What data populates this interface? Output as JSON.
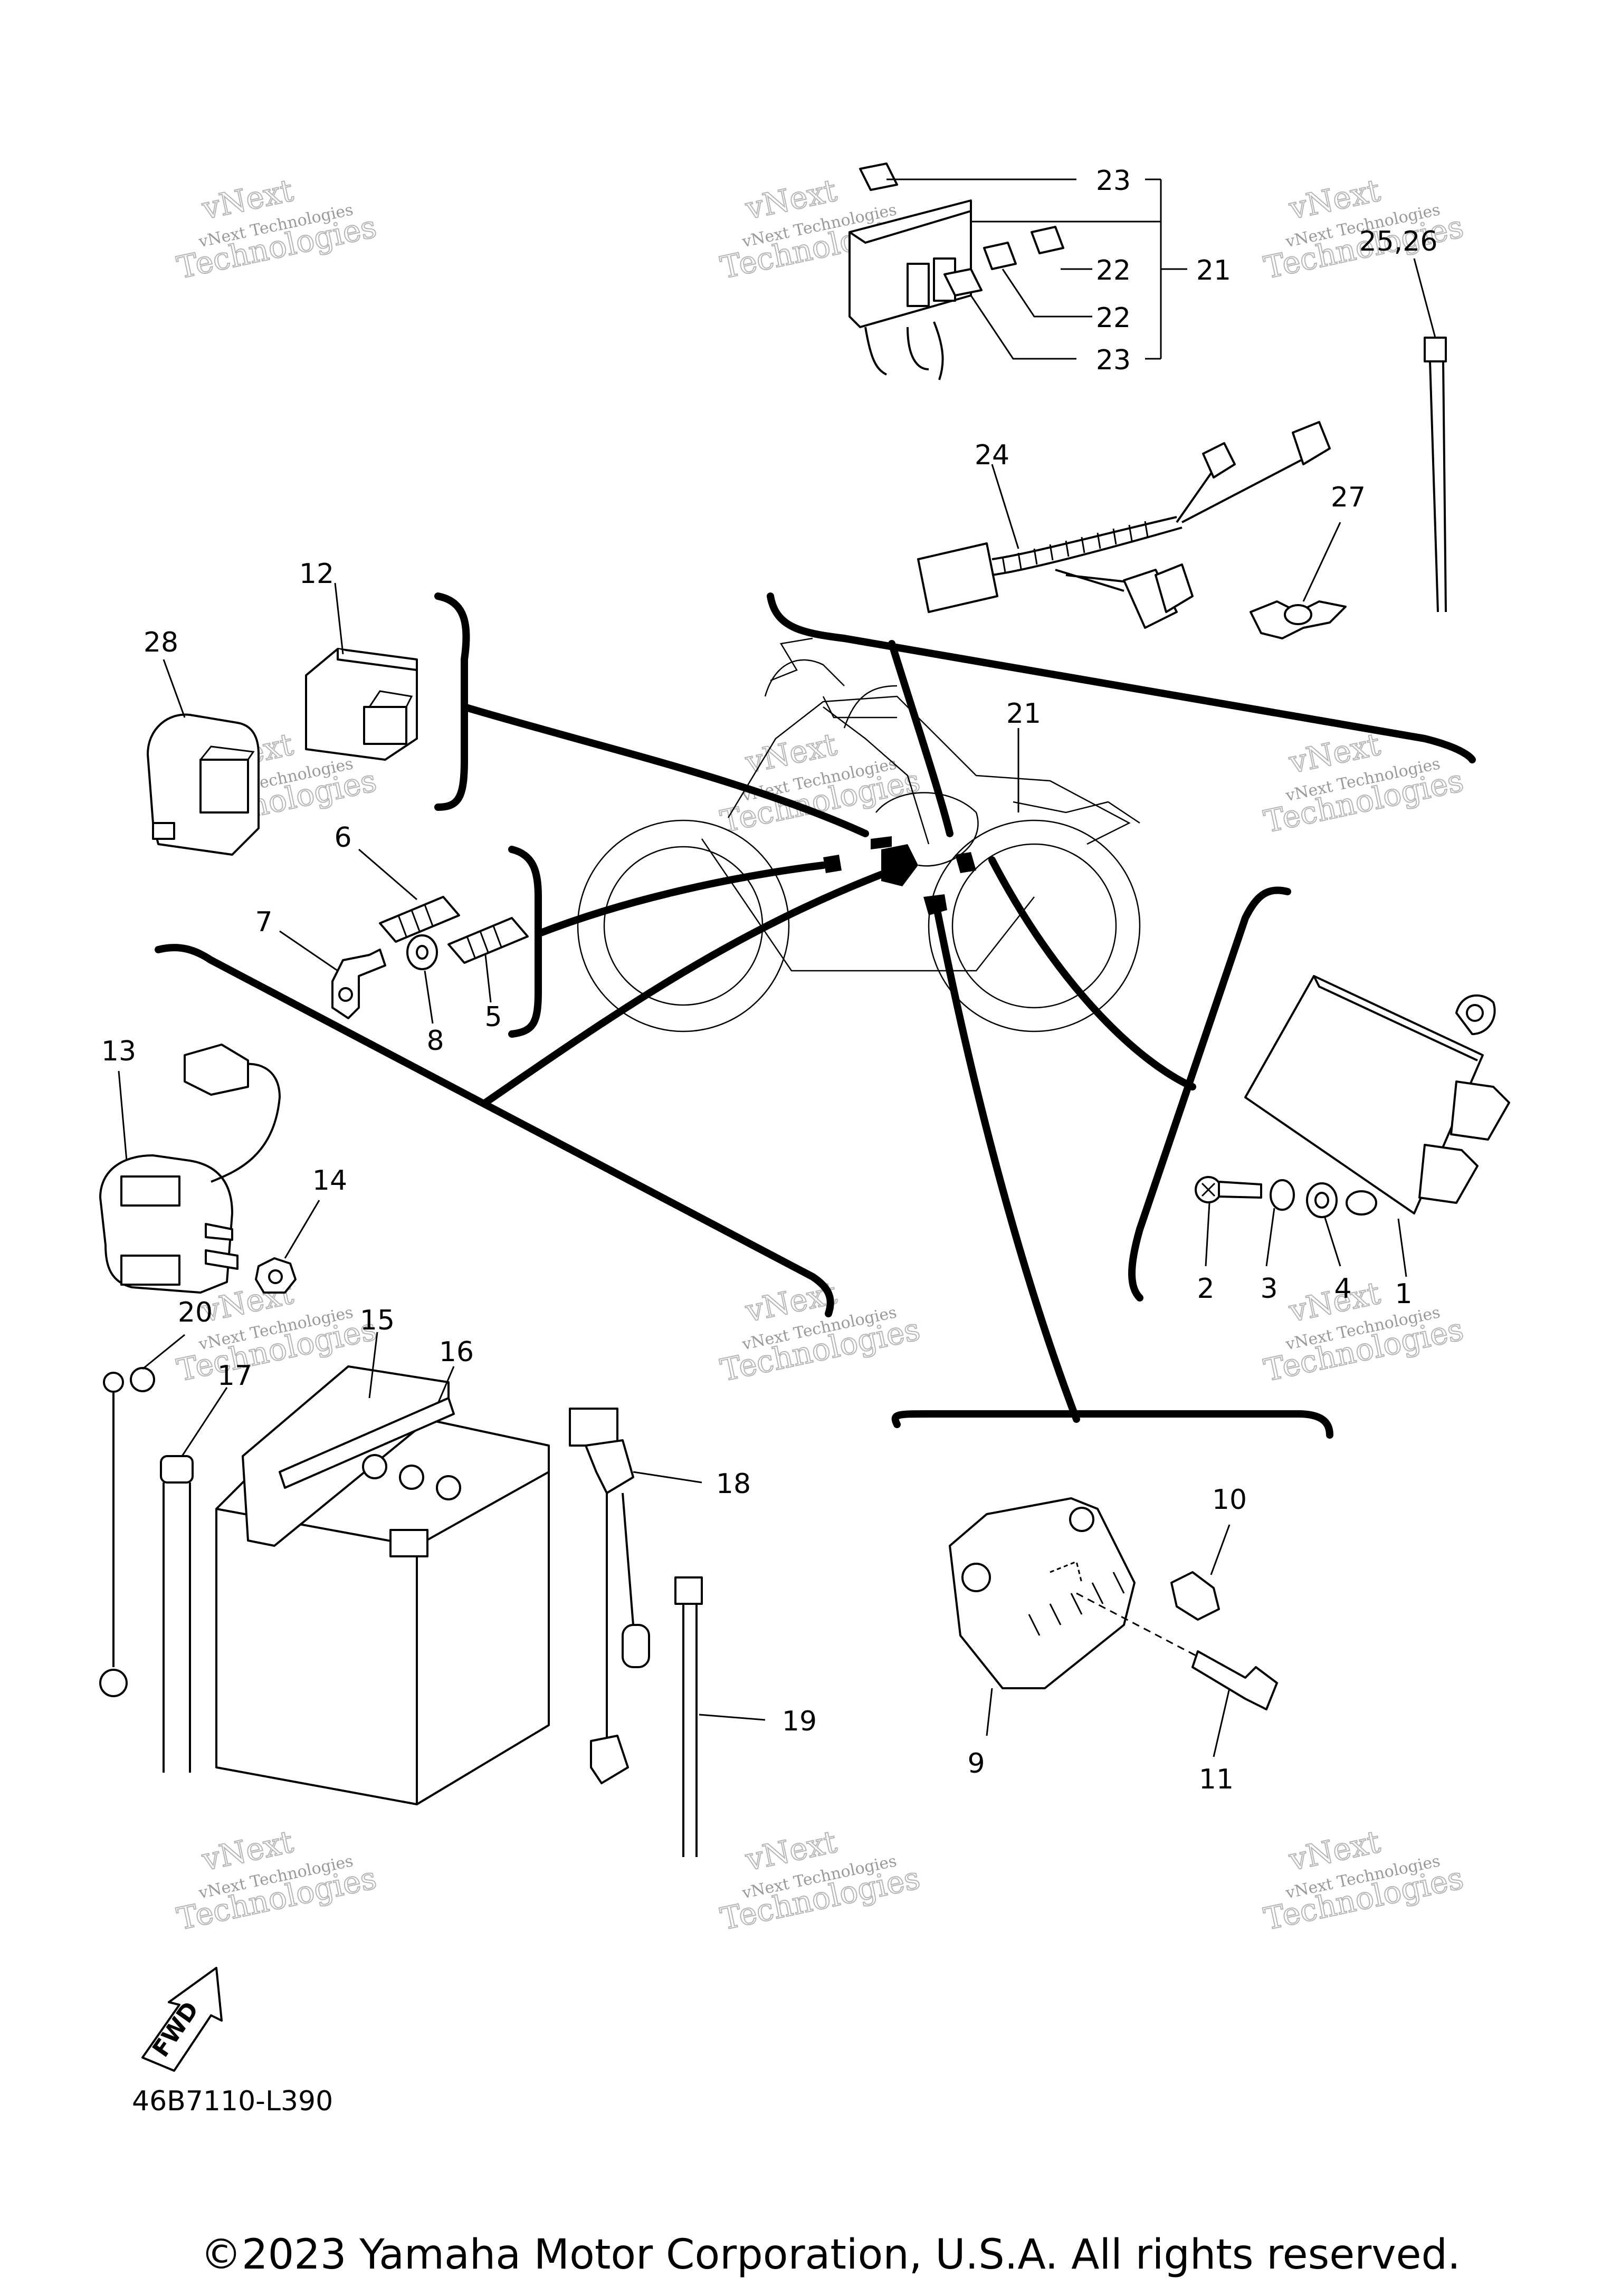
{
  "diagram_code": "46B7110-L390",
  "copyright": "©2023 Yamaha Motor Corporation, U.S.A. All rights reserved.",
  "fwd_label": "FWD",
  "watermark": {
    "line1": "vNext",
    "line2": "vNext Technologies",
    "line3": "Technologies"
  },
  "callouts": {
    "c1": "1",
    "c2": "2",
    "c3": "3",
    "c4": "4",
    "c5": "5",
    "c6": "6",
    "c7": "7",
    "c8": "8",
    "c9": "9",
    "c10": "10",
    "c11": "11",
    "c12": "12",
    "c13": "13",
    "c14": "14",
    "c15": "15",
    "c16": "16",
    "c17": "17",
    "c18": "18",
    "c19": "19",
    "c20": "20",
    "c21a": "21",
    "c21b": "21",
    "c22a": "22",
    "c22b": "22",
    "c23a": "23",
    "c23b": "23",
    "c24": "24",
    "c2526": "25,26",
    "c27": "27",
    "c28": "28"
  }
}
